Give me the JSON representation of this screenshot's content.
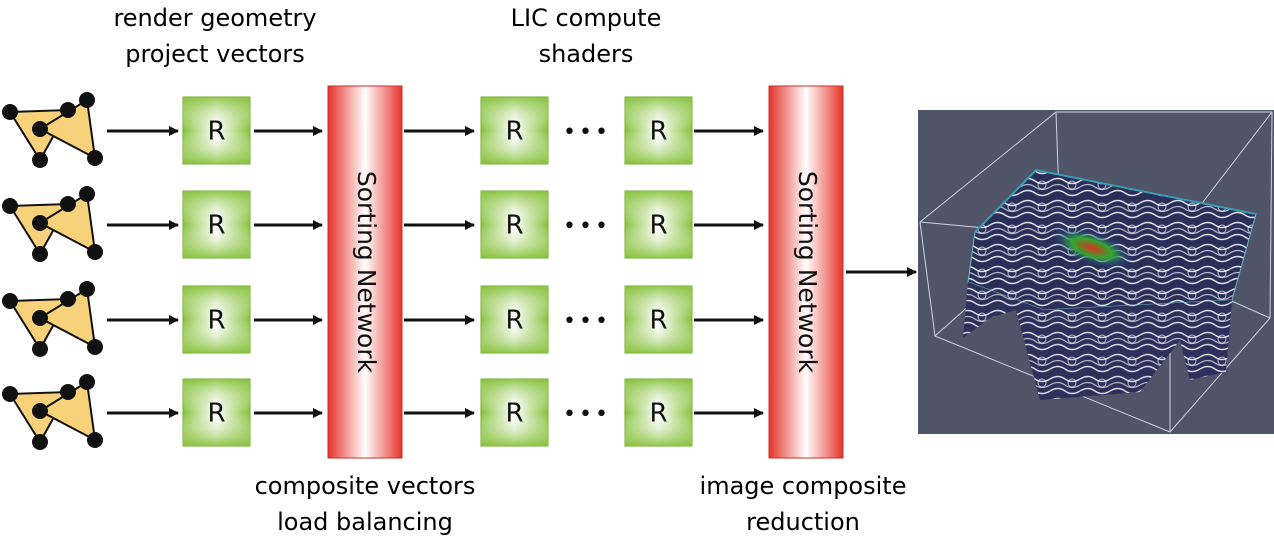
{
  "labels": {
    "stage1": [
      "render geometry",
      "project vectors"
    ],
    "stage2": [
      "LIC compute",
      "shaders"
    ],
    "stage3": [
      "composite vectors",
      "load balancing"
    ],
    "stage4": [
      "image composite",
      "reduction"
    ]
  },
  "render_node_label": "R",
  "sorting_network_label": "Sorting Network",
  "ellipsis": "•••",
  "colors": {
    "geometry_fill": "#f8d27a",
    "node_fill_edge": "#8cc43c",
    "node_fill_center": "#ffffff",
    "sorting_edge": "#e8392a",
    "arrow": "#111111",
    "render_bg": "#4f5469"
  }
}
